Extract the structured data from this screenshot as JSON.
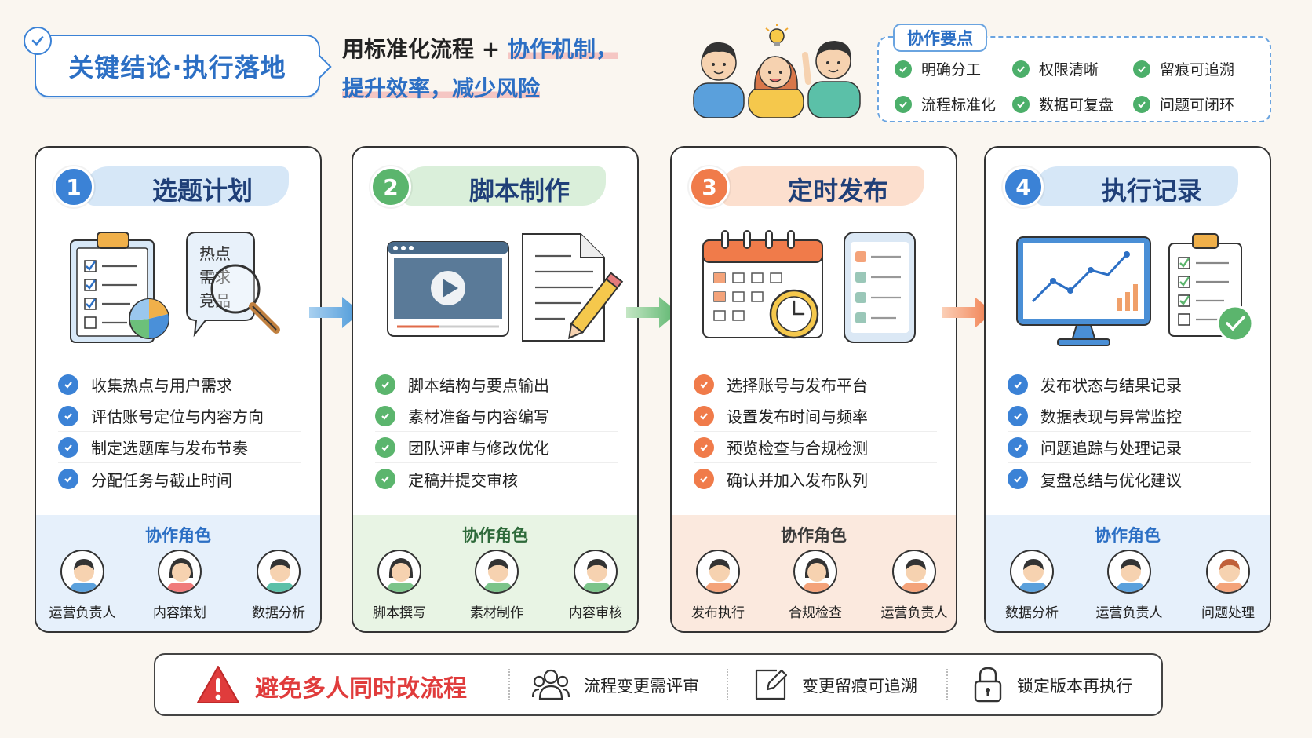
{
  "header": {
    "title": "关键结论·执行落地",
    "tagline_part1": "用标准化流程 + ",
    "tagline_part2": "协作机制，",
    "tagline_line2": "提升效率，减少风险"
  },
  "collab": {
    "title": "协作要点",
    "items": [
      "明确分工",
      "权限清晰",
      "留痕可追溯",
      "流程标准化",
      "数据可复盘",
      "问题可闭环"
    ]
  },
  "roles_title": "协作角色",
  "cards": [
    {
      "num": "1",
      "title": "选题计划",
      "color": "#3b82d6",
      "brush": "#cfe3f6",
      "roles_bg": "#e6f0fb",
      "roles_color": "#2c6fc4",
      "bubble_words": [
        "热点",
        "需求",
        "竞品"
      ],
      "items": [
        "收集热点与用户需求",
        "评估账号定位与内容方向",
        "制定选题库与发布节奏",
        "分配任务与截止时间"
      ],
      "roles": [
        "运营负责人",
        "内容策划",
        "数据分析"
      ]
    },
    {
      "num": "2",
      "title": "脚本制作",
      "color": "#5bb56d",
      "brush": "#d4ecd4",
      "roles_bg": "#e8f4e4",
      "roles_color": "#2e6a3a",
      "items": [
        "脚本结构与要点输出",
        "素材准备与内容编写",
        "团队评审与修改优化",
        "定稿并提交审核"
      ],
      "roles": [
        "脚本撰写",
        "素材制作",
        "内容审核"
      ]
    },
    {
      "num": "3",
      "title": "定时发布",
      "color": "#f07b4a",
      "brush": "#fbd9c6",
      "roles_bg": "#fbe9de",
      "roles_color": "#3a3a3a",
      "items": [
        "选择账号与发布平台",
        "设置发布时间与频率",
        "预览检查与合规检测",
        "确认并加入发布队列"
      ],
      "roles": [
        "发布执行",
        "合规检查",
        "运营负责人"
      ]
    },
    {
      "num": "4",
      "title": "执行记录",
      "color": "#3b82d6",
      "brush": "#cfe3f6",
      "roles_bg": "#e6f0fb",
      "roles_color": "#2c6fc4",
      "items": [
        "发布状态与结果记录",
        "数据表现与异常监控",
        "问题追踪与处理记录",
        "复盘总结与优化建议"
      ],
      "roles": [
        "数据分析",
        "运营负责人",
        "问题处理"
      ]
    }
  ],
  "bottom": {
    "warning": "避免多人同时改流程",
    "items": [
      "流程变更需评审",
      "变更留痕可追溯",
      "锁定版本再执行"
    ]
  }
}
